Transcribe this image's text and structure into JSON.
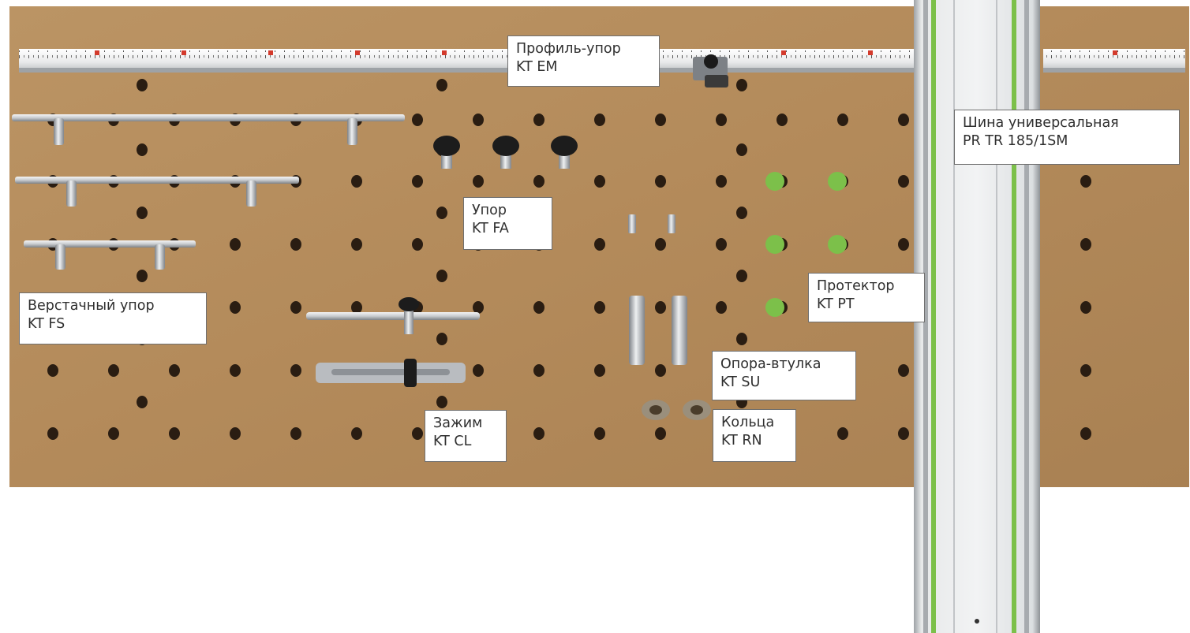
{
  "colors": {
    "board": "#b58d5e",
    "hole": "#2a1d12",
    "accent_green": "#7cc04a",
    "aluminium": "#d7d9db"
  },
  "labels": {
    "profile_stop": {
      "line1": "Профиль-упор",
      "line2": "KT EM"
    },
    "guide_rail": {
      "line1": "Шина универсальная",
      "line2": "PR TR 185/1SM"
    },
    "stop": {
      "line1": "Упор",
      "line2": "KT FA"
    },
    "protector": {
      "line1": "Протектор",
      "line2": "KT PT"
    },
    "bench_stop": {
      "line1": "Верстачный упор",
      "line2": "KT FS"
    },
    "support_sleeve": {
      "line1": "Опора-втулка",
      "line2": "KT SU"
    },
    "clamp": {
      "line1": "Зажим",
      "line2": "KT CL"
    },
    "rings": {
      "line1": "Кольца",
      "line2": "KT RN"
    }
  }
}
